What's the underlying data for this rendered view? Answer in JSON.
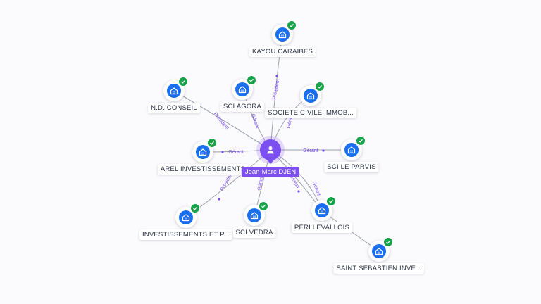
{
  "center": {
    "name": "Jean-Marc DJEN",
    "icon": "person-icon"
  },
  "colors": {
    "accent": "#7c4ff0",
    "entity": "#1a6ff0",
    "verified": "#17a34a",
    "edge": "#9aa0ad",
    "edge_label": "#7c4ff0"
  },
  "companies": [
    {
      "name": "KAYOU CARAIBES",
      "role": "Président",
      "verified": true
    },
    {
      "name": "SCI AGORA",
      "role": "Gérant",
      "verified": true
    },
    {
      "name": "N.D. CONSEIL",
      "role": "Président",
      "verified": true
    },
    {
      "name": "SOCIETE CIVILE IMMOB...",
      "role": "Gérant",
      "verified": true
    },
    {
      "name": "AREL INVESTISSEMENTS",
      "role": "Gérant",
      "verified": true
    },
    {
      "name": "SCI LE PARVIS",
      "role": "Gérant",
      "verified": true
    },
    {
      "name": "INVESTISSEMENTS ET P...",
      "role": "Président",
      "verified": true
    },
    {
      "name": "SCI VEDRA",
      "role": "Gérant",
      "verified": true
    },
    {
      "name": "PERI LEVALLOIS",
      "role": "Gérant",
      "verified": true
    },
    {
      "name": "SAINT SEBASTIEN INVE...",
      "role": "Gérant",
      "verified": true
    }
  ]
}
